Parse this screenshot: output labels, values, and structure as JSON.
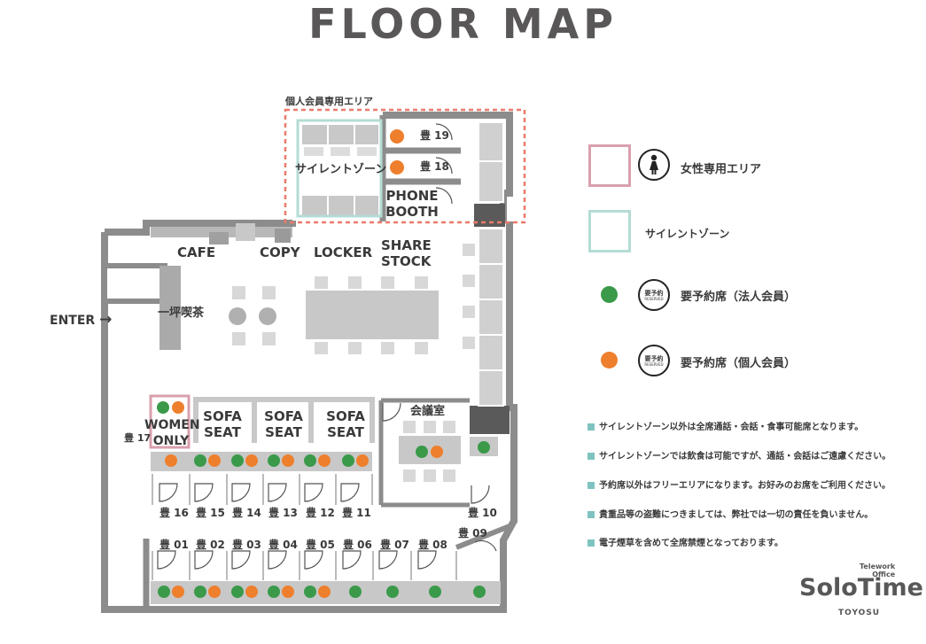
{
  "title": "FLOOR MAP",
  "areas": {
    "member_area": "個人会員専用エリア",
    "silent_zone": "サイレントゾーン",
    "cafe": "CAFE",
    "copy": "COPY",
    "locker": "LOCKER",
    "share_stock_1": "SHARE",
    "share_stock_2": "STOCK",
    "enter": "ENTER",
    "enter_arrow": "→",
    "tea": "一坪喫茶",
    "phone_booth_1": "PHONE",
    "phone_booth_2": "BOOTH",
    "women_only_1": "WOMEN",
    "women_only_2": "ONLY",
    "sofa_1_a": "SOFA",
    "sofa_1_b": "SEAT",
    "sofa_2_a": "SOFA",
    "sofa_2_b": "SEAT",
    "sofa_3_a": "SOFA",
    "sofa_3_b": "SEAT",
    "meeting_room": "会議室"
  },
  "seats": {
    "s19": "豊 19",
    "s18": "豊 18",
    "s17": "豊 17",
    "s16": "豊 16",
    "s15": "豊 15",
    "s14": "豊 14",
    "s13": "豊 13",
    "s12": "豊 12",
    "s11": "豊 11",
    "s10": "豊 10",
    "s09": "豊 09",
    "s01": "豊 01",
    "s02": "豊 02",
    "s03": "豊 03",
    "s04": "豊 04",
    "s05": "豊 05",
    "s06": "豊 06",
    "s07": "豊 07",
    "s08": "豊 08"
  },
  "legend": {
    "women_only": "女性専用エリア",
    "silent_zone": "サイレントゾーン",
    "reserved_corporate": "要予約席（法人会員）",
    "reserved_individual": "要予約席（個人会員）",
    "badge_main": "要予約",
    "badge_sub": "RESERVED"
  },
  "notes": [
    "サイレントゾーン以外は全席通話・会話・食事可能席となります。",
    "サイレントゾーンでは飲食は可能ですが、通話・会話はご遠慮ください。",
    "予約席以外はフリーエリアになります。お好みのお席をご利用ください。",
    "貴重品等の盗難につきましては、弊社では一切の責任を負いません。",
    "電子煙草を含めて全席禁煙となっております。"
  ],
  "logo": {
    "top_1": "Telework",
    "top_2": "Office",
    "main": "SoloTime",
    "sub": "TOYOSU"
  },
  "colors": {
    "corporate": "#3a9a4a",
    "individual": "#ee7f2d",
    "women_area": "#d9a0ad",
    "silent_zone": "#b4dcd4",
    "member_area": "#ec7a6b",
    "wall": "#8c8c8c",
    "furniture": "#c8c8c8"
  }
}
